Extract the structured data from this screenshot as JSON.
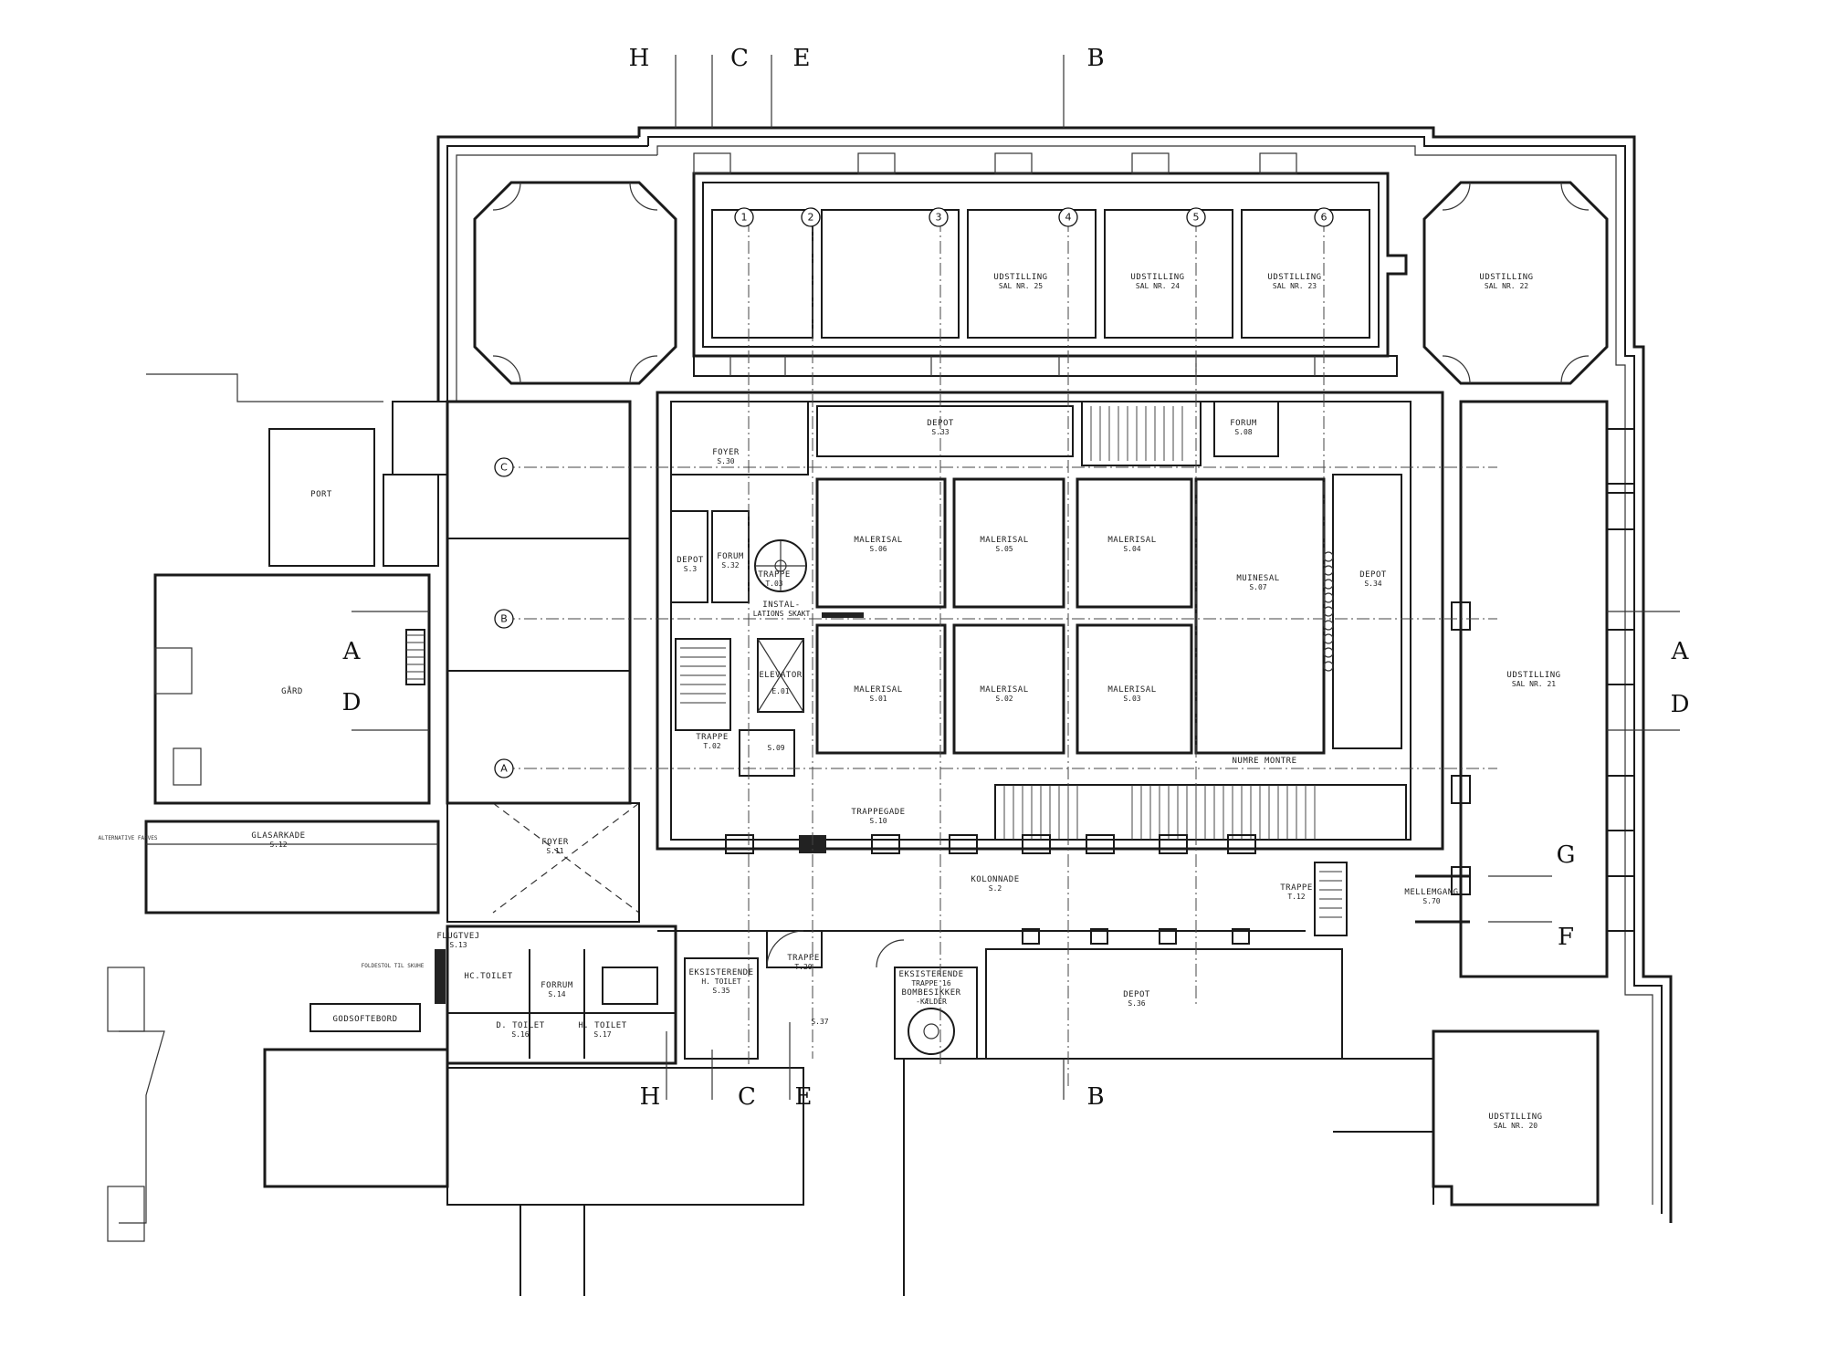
{
  "sections": {
    "top": [
      "H",
      "C",
      "E",
      "B"
    ],
    "bottom": [
      "H",
      "C",
      "E",
      "B"
    ],
    "left": [
      "A",
      "D"
    ],
    "right": [
      "A",
      "D",
      "G",
      "F"
    ]
  },
  "axes": {
    "numbers": [
      "1",
      "2",
      "3",
      "4",
      "5",
      "6"
    ],
    "letters": [
      "C",
      "B",
      "A"
    ]
  },
  "rooms": {
    "udstilling_25": {
      "name": "UDSTILLING",
      "num": "SAL NR. 25"
    },
    "udstilling_24": {
      "name": "UDSTILLING",
      "num": "SAL NR. 24"
    },
    "udstilling_23": {
      "name": "UDSTILLING",
      "num": "SAL NR. 23"
    },
    "udstilling_22": {
      "name": "UDSTILLING",
      "num": "SAL NR. 22"
    },
    "udstilling_21": {
      "name": "UDSTILLING",
      "num": "SAL NR. 21"
    },
    "udstilling_20": {
      "name": "UDSTILLING",
      "num": "SAL NR. 20"
    },
    "depot_s33": {
      "name": "DEPOT",
      "num": "S.33"
    },
    "forum_s08": {
      "name": "FORUM",
      "num": "S.08"
    },
    "foyer_s30": {
      "name": "FOYER",
      "num": "S.30"
    },
    "depot_s3": {
      "name": "DEPOT",
      "num": "S.3"
    },
    "forum_s32": {
      "name": "FORUM",
      "num": "S.32"
    },
    "trappe_t03": {
      "name": "TRAPPE",
      "num": "T.03"
    },
    "install": {
      "name": "INSTAL-",
      "num": "LATIONS SKAKT"
    },
    "malerisal_s06": {
      "name": "MALERISAL",
      "num": "S.06"
    },
    "malerisal_s05": {
      "name": "MALERISAL",
      "num": "S.05"
    },
    "malerisal_s04": {
      "name": "MALERISAL",
      "num": "S.04"
    },
    "muinesal_s07": {
      "name": "MUINESAL",
      "num": "S.07"
    },
    "depot_s34": {
      "name": "DEPOT",
      "num": "S.34"
    },
    "elevator": {
      "name": "ELEVATOR",
      "num": "E.01"
    },
    "malerisal_s01": {
      "name": "MALERISAL",
      "num": "S.01"
    },
    "malerisal_s02": {
      "name": "MALERISAL",
      "num": "S.02"
    },
    "malerisal_s03": {
      "name": "MALERISAL",
      "num": "S.03"
    },
    "trappe_t02": {
      "name": "TRAPPE",
      "num": "T.02"
    },
    "s09": {
      "name": "",
      "num": "S.09"
    },
    "numre_montre": {
      "name": "NUMRE MONTRE",
      "num": ""
    },
    "trappegade": {
      "name": "TRAPPEGADE",
      "num": "S.10"
    },
    "foyer": {
      "name": "FOYER",
      "num": "S.11"
    },
    "kolonnade": {
      "name": "KOLONNADE",
      "num": "S.2"
    },
    "trappe_t12": {
      "name": "TRAPPE",
      "num": "T.12"
    },
    "mellemgang": {
      "name": "MELLEMGANG",
      "num": "S.70"
    },
    "port": {
      "name": "PORT",
      "num": ""
    },
    "gaard": {
      "name": "GÅRD",
      "num": ""
    },
    "glasarkade": {
      "name": "GLASARKADE",
      "num": "S.12"
    },
    "flugtvej": {
      "name": "FLUGTVEJ",
      "num": "S.13"
    },
    "hc_toilet": {
      "name": "HC.TOILET",
      "num": ""
    },
    "forrum_s14": {
      "name": "FORRUM",
      "num": "S.14"
    },
    "d_toilet": {
      "name": "D. TOILET",
      "num": "S.16"
    },
    "h_toilet": {
      "name": "H. TOILET",
      "num": "S.17"
    },
    "exist_toilet": {
      "name": "EKSISTERENDE",
      "num": "H. TOILET"
    },
    "exist_toilet_num": {
      "name": "S.35",
      "num": ""
    },
    "trappe_t20": {
      "name": "TRAPPE",
      "num": "T.20"
    },
    "s37": {
      "name": "S.37",
      "num": ""
    },
    "exist_trappe": {
      "name": "EKSISTERENDE",
      "num": "TRAPPE 16"
    },
    "bomb_shelter": {
      "name": "BOMBESIKKER",
      "num": "-KÆLDER"
    },
    "depot_s36": {
      "name": "DEPOT",
      "num": "S.36"
    },
    "godsoftebord": {
      "name": "GODSOFTEBORD",
      "num": ""
    }
  },
  "notes": {
    "sub_port": "ALTERNATIVE FARVES",
    "fold": "FOLDESTOL TIL SKUHE"
  }
}
